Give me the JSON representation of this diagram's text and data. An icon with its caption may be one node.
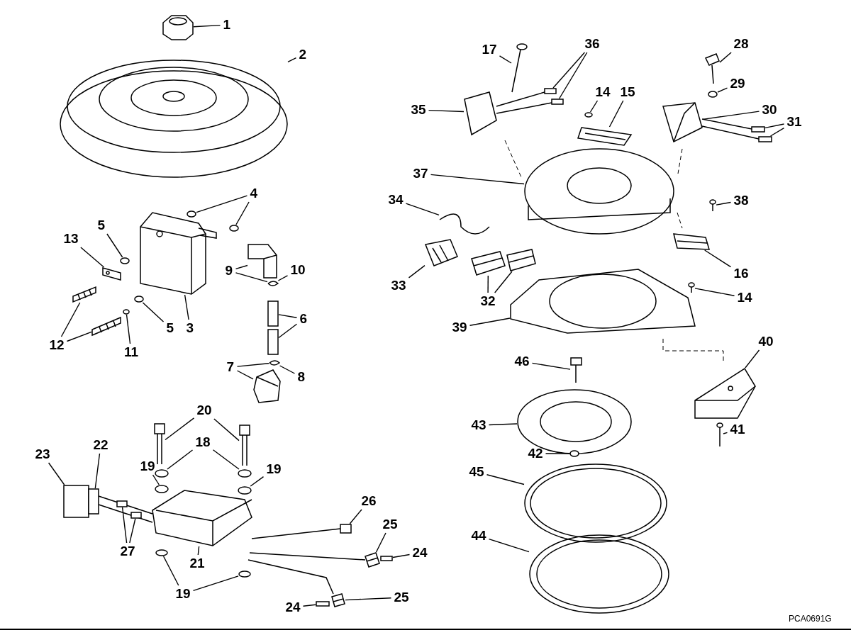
{
  "diagram": {
    "nodes": [
      {
        "text": [
          "1"
        ]
      },
      {
        "text": [
          "2"
        ]
      },
      {
        "text": [
          "4"
        ]
      },
      {
        "text": [
          "5"
        ]
      },
      {
        "text": [
          "13"
        ]
      },
      {
        "text": [
          "9"
        ]
      },
      {
        "text": [
          "10"
        ]
      },
      {
        "text": [
          "6"
        ]
      },
      {
        "text": [
          "12"
        ]
      },
      {
        "text": [
          "11"
        ]
      },
      {
        "text": [
          "5"
        ]
      },
      {
        "text": [
          "3"
        ]
      },
      {
        "text": [
          "7"
        ]
      },
      {
        "text": [
          "8"
        ]
      },
      {
        "text": [
          "20"
        ]
      },
      {
        "text": [
          "18"
        ]
      },
      {
        "text": [
          "19"
        ]
      },
      {
        "text": [
          "19"
        ]
      },
      {
        "text": [
          "23"
        ]
      },
      {
        "text": [
          "22"
        ]
      },
      {
        "text": [
          "26"
        ]
      },
      {
        "text": [
          "25"
        ]
      },
      {
        "text": [
          "24"
        ]
      },
      {
        "text": [
          "27"
        ]
      },
      {
        "text": [
          "21"
        ]
      },
      {
        "text": [
          "19"
        ]
      },
      {
        "text": [
          "25"
        ]
      },
      {
        "text": [
          "24"
        ]
      },
      {
        "text": [
          "17"
        ]
      },
      {
        "text": [
          "36"
        ]
      },
      {
        "text": [
          "35"
        ]
      },
      {
        "text": [
          "14"
        ]
      },
      {
        "text": [
          "15"
        ]
      },
      {
        "text": [
          "28"
        ]
      },
      {
        "text": [
          "29"
        ]
      },
      {
        "text": [
          "30"
        ]
      },
      {
        "text": [
          "31"
        ]
      },
      {
        "text": [
          "37"
        ]
      },
      {
        "text": [
          "38"
        ]
      },
      {
        "text": [
          "34"
        ]
      },
      {
        "text": [
          "33"
        ]
      },
      {
        "text": [
          "32"
        ]
      },
      {
        "text": [
          "16"
        ]
      },
      {
        "text": [
          "14"
        ]
      },
      {
        "text": [
          "39"
        ]
      },
      {
        "text": [
          "40"
        ]
      },
      {
        "text": [
          "46"
        ]
      },
      {
        "text": [
          "43"
        ]
      },
      {
        "text": [
          "42"
        ]
      },
      {
        "text": [
          "41"
        ]
      },
      {
        "text": [
          "45"
        ]
      },
      {
        "text": [
          "44"
        ]
      },
      {
        "text": [],
        "shape": "picture"
      },
      {
        "text": [],
        "shape": "picture"
      },
      {
        "text": [],
        "shape": "circle"
      },
      {
        "text": [],
        "shape": "circle"
      },
      {
        "text": [],
        "shape": "circle"
      },
      {
        "text": [],
        "shape": "picture"
      },
      {
        "text": [],
        "shape": "picture"
      },
      {
        "text": [],
        "shape": "picture"
      },
      {
        "text": [],
        "shape": "box"
      },
      {
        "text": [],
        "shape": "box"
      },
      {
        "text": [],
        "shape": "picture"
      },
      {
        "text": [],
        "shape": "picture"
      },
      {
        "text": [],
        "shape": "circle"
      },
      {
        "text": [],
        "shape": "circle"
      },
      {
        "text": [],
        "shape": "picture"
      },
      {
        "text": [],
        "shape": "picture"
      },
      {
        "text": [],
        "shape": "picture"
      },
      {
        "text": [],
        "shape": "picture"
      },
      {
        "text": [],
        "shape": "picture"
      },
      {
        "text": [],
        "shape": "circle"
      },
      {
        "text": [],
        "shape": "circle"
      },
      {
        "text": [],
        "shape": "circle"
      },
      {
        "text": [],
        "shape": "circle"
      },
      {
        "text": [],
        "shape": "box"
      },
      {
        "text": [],
        "shape": "box"
      },
      {
        "text": [],
        "shape": "box"
      },
      {
        "text": [],
        "shape": "picture"
      },
      {
        "text": [],
        "shape": "box"
      },
      {
        "text": [],
        "shape": "box"
      },
      {
        "text": [],
        "shape": "box"
      },
      {
        "text": [],
        "shape": "picture"
      },
      {
        "text": [],
        "shape": "circle"
      },
      {
        "text": [],
        "shape": "circle"
      },
      {
        "text": [],
        "shape": "picture"
      },
      {
        "text": [],
        "shape": "box"
      },
      {
        "text": [],
        "shape": "picture"
      },
      {
        "text": [],
        "shape": "box"
      },
      {
        "text": [],
        "shape": "box"
      },
      {
        "text": [],
        "shape": "picture"
      },
      {
        "text": [],
        "shape": "circle"
      },
      {
        "text": [],
        "shape": "picture"
      },
      {
        "text": [],
        "shape": "picture"
      },
      {
        "text": [],
        "shape": "circle"
      },
      {
        "text": [],
        "shape": "picture"
      },
      {
        "text": [],
        "shape": "box"
      },
      {
        "text": [],
        "shape": "box"
      },
      {
        "text": [],
        "shape": "picture"
      },
      {
        "text": [],
        "shape": "picture"
      },
      {
        "text": [],
        "shape": "picture"
      },
      {
        "text": [],
        "shape": "picture"
      },
      {
        "text": [],
        "shape": "picture"
      },
      {
        "text": [],
        "shape": "picture"
      },
      {
        "text": [],
        "shape": "picture"
      },
      {
        "text": [],
        "shape": "picture"
      },
      {
        "text": [],
        "shape": "picture"
      },
      {
        "text": [],
        "shape": "picture"
      },
      {
        "text": [],
        "shape": "picture"
      },
      {
        "text": [],
        "shape": "picture"
      },
      {
        "text": [],
        "shape": "circle"
      },
      {
        "text": [],
        "shape": "picture"
      },
      {
        "text": [],
        "shape": "picture"
      },
      {
        "text": [],
        "shape": "picture"
      }
    ],
    "edges": [
      {
        "from": 0,
        "to": 52,
        "arrow": "none"
      },
      {
        "from": 1,
        "to": 53,
        "arrow": "none"
      },
      {
        "from": 2,
        "to": 54,
        "arrow": "none"
      },
      {
        "from": 2,
        "to": 55,
        "arrow": "none"
      },
      {
        "from": 3,
        "to": 56,
        "arrow": "none"
      },
      {
        "from": 4,
        "to": 57,
        "arrow": "none"
      },
      {
        "from": 5,
        "to": 58,
        "arrow": "none"
      },
      {
        "from": 5,
        "to": 59,
        "arrow": "none"
      },
      {
        "from": 6,
        "to": 59,
        "arrow": "none"
      },
      {
        "from": 7,
        "to": 60,
        "arrow": "none"
      },
      {
        "from": 7,
        "to": 61,
        "arrow": "none"
      },
      {
        "from": 8,
        "to": 62,
        "arrow": "none"
      },
      {
        "from": 8,
        "to": 63,
        "arrow": "none"
      },
      {
        "from": 9,
        "to": 64,
        "arrow": "none"
      },
      {
        "from": 10,
        "to": 65,
        "arrow": "none"
      },
      {
        "from": 11,
        "to": 66,
        "arrow": "none"
      },
      {
        "from": 12,
        "to": 67,
        "arrow": "none"
      },
      {
        "from": 12,
        "to": 68,
        "arrow": "none"
      },
      {
        "from": 13,
        "to": 67,
        "arrow": "none"
      },
      {
        "from": 14,
        "to": 69,
        "arrow": "none"
      },
      {
        "from": 14,
        "to": 70,
        "arrow": "none"
      },
      {
        "from": 15,
        "to": 71,
        "arrow": "none"
      },
      {
        "from": 15,
        "to": 72,
        "arrow": "none"
      },
      {
        "from": 16,
        "to": 73,
        "arrow": "none"
      },
      {
        "from": 17,
        "to": 74,
        "arrow": "none"
      },
      {
        "from": 18,
        "to": 75,
        "arrow": "none"
      },
      {
        "from": 19,
        "to": 76,
        "arrow": "none"
      },
      {
        "from": 20,
        "to": 77,
        "arrow": "none"
      },
      {
        "from": 21,
        "to": 78,
        "arrow": "none"
      },
      {
        "from": 22,
        "to": 79,
        "arrow": "none"
      },
      {
        "from": 23,
        "to": 80,
        "arrow": "none"
      },
      {
        "from": 23,
        "to": 81,
        "arrow": "none"
      },
      {
        "from": 24,
        "to": 82,
        "arrow": "none"
      },
      {
        "from": 25,
        "to": 83,
        "arrow": "none"
      },
      {
        "from": 25,
        "to": 84,
        "arrow": "none"
      },
      {
        "from": 26,
        "to": 85,
        "arrow": "none"
      },
      {
        "from": 27,
        "to": 86,
        "arrow": "none"
      },
      {
        "from": 28,
        "to": 87,
        "arrow": "none"
      },
      {
        "from": 29,
        "to": 88,
        "arrow": "none"
      },
      {
        "from": 29,
        "to": 89,
        "arrow": "none"
      },
      {
        "from": 30,
        "to": 90,
        "arrow": "none"
      },
      {
        "from": 31,
        "to": 91,
        "arrow": "none"
      },
      {
        "from": 32,
        "to": 92,
        "arrow": "none"
      },
      {
        "from": 33,
        "to": 93,
        "arrow": "none"
      },
      {
        "from": 34,
        "to": 94,
        "arrow": "none"
      },
      {
        "from": 35,
        "to": 95,
        "arrow": "none"
      },
      {
        "from": 36,
        "to": 96,
        "arrow": "none"
      },
      {
        "from": 36,
        "to": 97,
        "arrow": "none"
      },
      {
        "from": 37,
        "to": 98,
        "arrow": "none"
      },
      {
        "from": 38,
        "to": 99,
        "arrow": "none"
      },
      {
        "from": 39,
        "to": 100,
        "arrow": "none"
      },
      {
        "from": 40,
        "to": 101,
        "arrow": "none"
      },
      {
        "from": 41,
        "to": 102,
        "arrow": "none"
      },
      {
        "from": 41,
        "to": 103,
        "arrow": "none"
      },
      {
        "from": 42,
        "to": 104,
        "arrow": "none"
      },
      {
        "from": 43,
        "to": 105,
        "arrow": "none"
      },
      {
        "from": 44,
        "to": 106,
        "arrow": "none"
      },
      {
        "from": 45,
        "to": 107,
        "arrow": "none"
      },
      {
        "from": 46,
        "to": 108,
        "arrow": "none"
      },
      {
        "from": 47,
        "to": 109,
        "arrow": "none"
      },
      {
        "from": 48,
        "to": 110,
        "arrow": "none"
      },
      {
        "from": 49,
        "to": 111,
        "arrow": "none"
      },
      {
        "from": 50,
        "to": 112,
        "arrow": "none"
      },
      {
        "from": 51,
        "to": 113,
        "arrow": "none"
      }
    ],
    "labels": [
      "PCA0691G"
    ]
  }
}
